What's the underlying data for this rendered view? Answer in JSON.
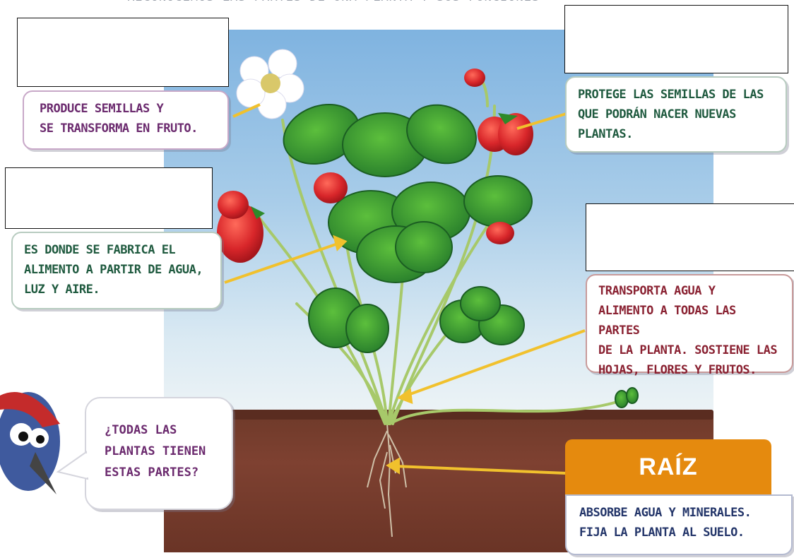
{
  "heading": "RECONOCEMOS LAS PARTES DE UNA PLANTA Y SUS FUNCIONES",
  "labels": {
    "flower": "PRODUCE SEMILLAS Y\nSE TRANSFORMA EN FRUTO.",
    "fruit": "PROTEGE LAS SEMILLAS DE LAS\nQUE PODRÁN NACER NUEVAS\nPLANTAS.",
    "leaf": "ES DONDE SE FABRICA EL\nALIMENTO A PARTIR DE AGUA,\nLUZ Y AIRE.",
    "stem": "TRANSPORTA AGUA Y\nALIMENTO A TODAS LAS PARTES\nDE LA PLANTA. SOSTIENE LAS\nHOJAS, FLORES Y FRUTOS.",
    "root_title": "RAÍZ",
    "root": "ABSORBE AGUA Y MINERALES.\nFIJA LA PLANTA AL SUELO."
  },
  "question": "¿TODAS LAS\nPLANTAS TIENEN\nESTAS PARTES?",
  "colors": {
    "accent": "#e58a0e",
    "arrow": "#f1c12d",
    "flower_text": "#6b2a6e",
    "fruit_text": "#1f5a3f",
    "leaf_text": "#1f5a3f",
    "stem_text": "#8a2232",
    "root_text": "#24366a"
  }
}
